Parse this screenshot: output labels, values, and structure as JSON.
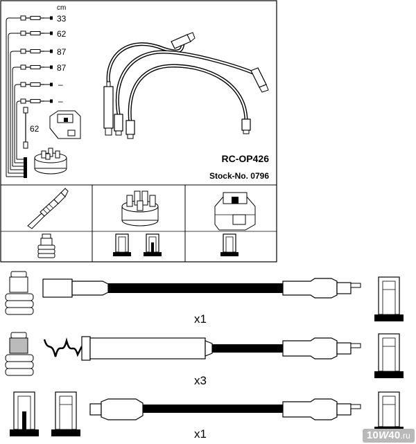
{
  "header": {
    "part_number": "RC-OP426",
    "stock_number": "Stock-No. 0796"
  },
  "lead_table": {
    "unit": "cm",
    "rows": [
      {
        "length": "33"
      },
      {
        "length": "62"
      },
      {
        "length": "87"
      },
      {
        "length": "87"
      },
      {
        "length": "–"
      },
      {
        "length": "–"
      }
    ],
    "coil_lead_length": "62"
  },
  "quantities": {
    "row1": "x1",
    "row2": "x3",
    "row3": "x1"
  },
  "watermark": {
    "part1": "10",
    "part2": "W",
    "part3": "40",
    "part4": ".ru"
  }
}
